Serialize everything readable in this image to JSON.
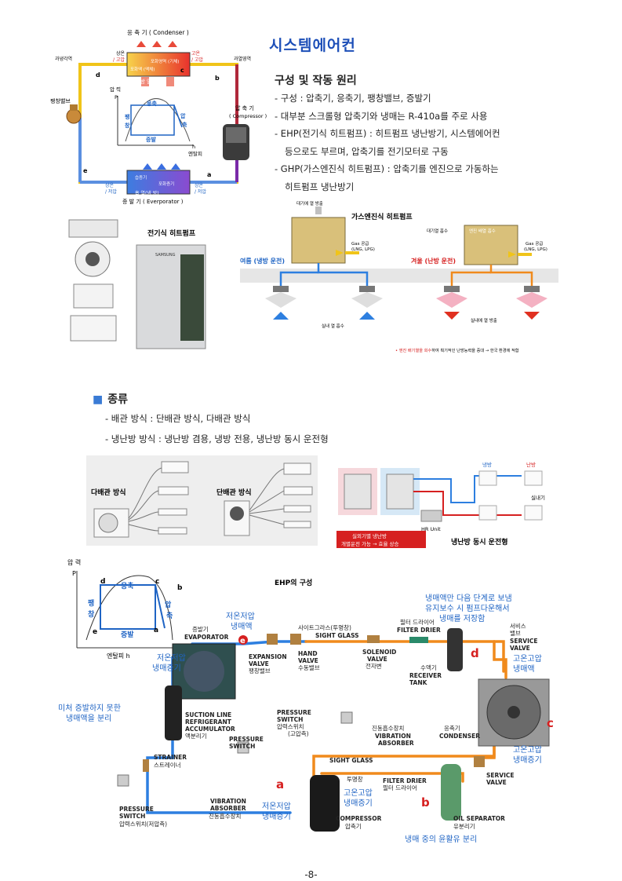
{
  "page_title": "시스템에어컨",
  "section_heading": "구성 및 작동 원리",
  "principle_lines": [
    "- 구성 : 압축기, 응축기, 팽창밸브, 증발기",
    "- 대부분 스크롤형 압축기와 냉매는 R-410a를 주로 사용",
    "- EHP(전기식 히트펌프) : 히트펌프 냉난방기, 시스템에어컨",
    "등으로도 부르며, 압축기를 전기모터로 구동",
    "- GHP(가스엔진식 히트펌프) : 압축기를 엔진으로 가동하는",
    "히트펌프 냉난방기"
  ],
  "cycle_diagram": {
    "condenser": "응 축 기 ( Condenser )",
    "evaporator": "증 발 기 ( Everporator )",
    "compressor": "압 축 기",
    "compressor_en": "( Compressor )",
    "expansion": "팽창밸브",
    "supercool": "과냉각역",
    "superheat": "과열영역",
    "hot": "상온",
    "low_pressure": "/ 저압",
    "high_pressure": "/ 고압",
    "highp_left": "고온",
    "pressure": "압 력",
    "p": "P",
    "enthalpy": "엔탈피",
    "h": "h",
    "heat_out": "방    열",
    "heat_in": "흡  열(냉 방)",
    "cond_inner1": "포화영역 (기체)",
    "cond_inner2": "포화액 (액체)",
    "evap_inner1": "습증기",
    "evap_inner2": "포화증기",
    "cond_label": "응축",
    "evap_label": "증발",
    "pang": "팽",
    "chang": "창",
    "ap": "압",
    "chuk": "축",
    "pts": [
      "a",
      "b",
      "c",
      "d",
      "e"
    ]
  },
  "electric_hp": {
    "label": "전기식 히트펌프",
    "brand": "SAMSUNG"
  },
  "gas_hp": {
    "title": "가스엔진식 히트펌프",
    "summer": "여름 (냉방 운전)",
    "winter": "겨울 (난방 운전)",
    "top_left": "대기에 열 방출",
    "top_right": "대기열 흡수",
    "engine_heat": "엔진 배열 흡수",
    "gas": "Gas 공급",
    "gas2": "(LNG, LPG)",
    "room_left": "실내 열 흡수",
    "room_right": "실내에 열 방출",
    "footnote_red": "• 엔진 배기열을 회수",
    "footnote_rest": "하여 획기적인 난방능력을 증대 → 한국 환경에 적합"
  },
  "types_heading": "종류",
  "types_lines": [
    "- 배관 방식 : 단배관 방식, 다배관 방식",
    "- 냉난방 방식 : 냉난방 겸용, 냉방 전용, 냉난방 동시 운전형"
  ],
  "piping": {
    "multi": "다배관 방식",
    "single": "단배관 방식"
  },
  "simul": {
    "cool": "냉방",
    "heat": "난방",
    "indoor": "실내기",
    "hr": "HR Unit",
    "box1": "실외기별 냉난방",
    "box2": "개별운전 가능 → 효율 상승",
    "label": "냉난방 동시 운전형"
  },
  "ehp": {
    "title": "EHP의 구성",
    "ph": {
      "p_label": "압 력",
      "p": "P",
      "h_label": "엔탈피 h",
      "cond": "응축",
      "evap": "증발",
      "pang": "팽",
      "chang": "창",
      "ap": "압",
      "chuk": "축",
      "pts": [
        "a",
        "b",
        "c",
        "d",
        "e"
      ]
    },
    "low_temp_low_p_liquid": [
      "저온저압",
      "냉매액"
    ],
    "low_temp_low_p_gas": [
      "저온저압",
      "냉매증기"
    ],
    "unevaporated": [
      "미처 증발하지 못한",
      "냉매액을 분리"
    ],
    "evaporator": [
      "증발기",
      "EVAPORATOR"
    ],
    "expansion": [
      "EXPANSION",
      "VALVE",
      "팽창밸브"
    ],
    "hand_valve": [
      "HAND",
      "VALVE",
      "수동밸브"
    ],
    "sight_glass_top": [
      "사이트그라스(투명창)",
      "SIGHT GLASS"
    ],
    "solenoid": [
      "SOLENOID",
      "VALVE",
      "전자변"
    ],
    "filter_top": [
      "필터 드라이어",
      "FILTER DRIER"
    ],
    "receiver": [
      "수액기",
      "RECEIVER",
      "TANK"
    ],
    "pumpdown": [
      "냉매액만 다음 단계로 보냄",
      "유지보수 시 펌프다운해서",
      "냉매를 저장함"
    ],
    "service_valve_top": [
      "서비스",
      "밸브",
      "SERVICE",
      "VALVE"
    ],
    "high_liquid": [
      "고온고압",
      "냉매액"
    ],
    "suction": [
      "SUCTION LINE",
      "REFRIGERANT",
      "ACCUMULATOR",
      "액분리기"
    ],
    "pswitch_high": [
      "PRESSURE",
      "SWITCH",
      "압력스위치",
      "(고압측)"
    ],
    "vib_top": [
      "진동흡수장치",
      "VIBRATION",
      "ABSORBER"
    ],
    "condenser": [
      "응축기",
      "CONDENSER"
    ],
    "high_gas_right": [
      "고온고압",
      "냉매증기"
    ],
    "pswitch_mid": [
      "PRESSURE",
      "SWITCH"
    ],
    "strainer": [
      "STRAINER",
      "스트레이너"
    ],
    "sight_glass_bottom": [
      "SIGHT GLASS",
      "투명창"
    ],
    "filter_bottom": [
      "FILTER DRIER",
      "필터 드라이어"
    ],
    "service_valve_bottom": [
      "SERVICE",
      "VALVE"
    ],
    "high_gas_mid": [
      "고온고압",
      "냉매증기"
    ],
    "pswitch_low": [
      "PRESSURE",
      "SWITCH",
      "압력스위치(저압측)"
    ],
    "vib_bottom": [
      "VIBRATION",
      "ABSORBER",
      "진동흡수장치"
    ],
    "low_gas_bottom": [
      "저온저압",
      "냉매증기"
    ],
    "compressor": [
      "COMPRESSOR",
      "압축기"
    ],
    "oil_sep": [
      "OIL SEPARATOR",
      "유분리기"
    ],
    "oil_note": "냉매 중의 윤활유 분리",
    "pts": [
      "a",
      "b",
      "c",
      "d",
      "e"
    ]
  },
  "page_number": "-8-",
  "colors": {
    "blue": "#1f64c4",
    "red": "#d62020",
    "pipe_orange": "#f08a1c",
    "pipe_blue": "#2d7fe0",
    "title_blue": "#1d4fb8"
  }
}
